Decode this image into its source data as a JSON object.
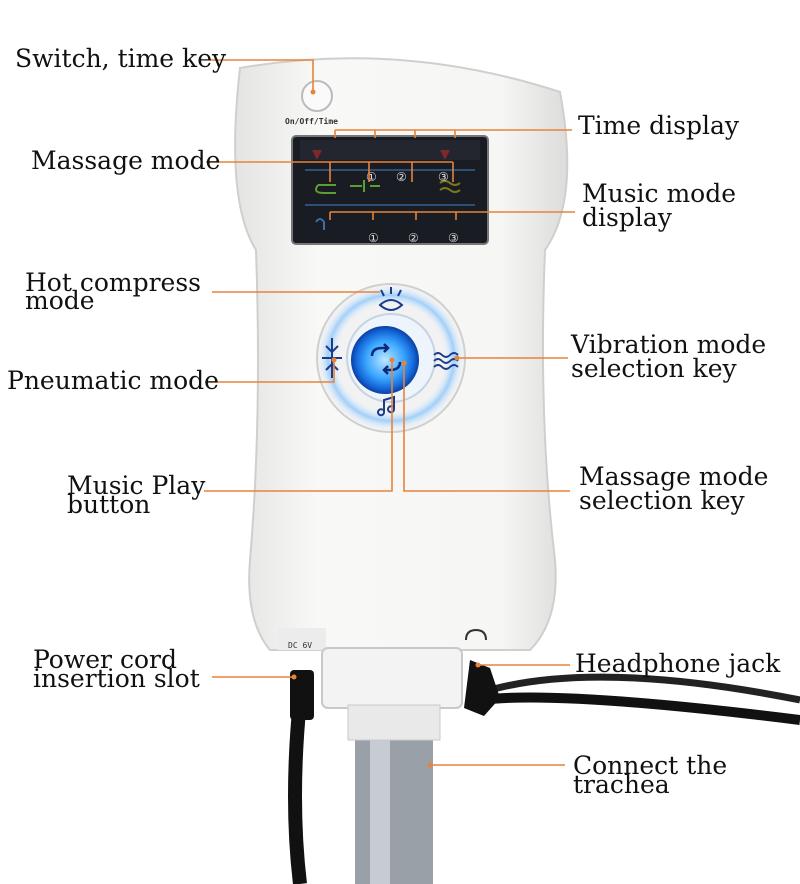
{
  "device": {
    "power_label": "On/Off/Time",
    "panel_numbers": [
      "①",
      "②",
      "③"
    ],
    "dc_label": "DC 6V"
  },
  "callouts": {
    "switch_time_key": "Switch, time key",
    "massage_mode": "Massage mode",
    "time_display": "Time display",
    "music_mode_display_line1": "Music mode",
    "music_mode_display_line2": "display",
    "hot_compress_line1": "Hot compress",
    "hot_compress_line2": "mode",
    "vibration_line1": "Vibration mode",
    "vibration_line2": "selection key",
    "pneumatic_mode": "Pneumatic mode",
    "music_play_line1": "Music Play",
    "music_play_line2": "button",
    "massage_key_line1": "Massage mode",
    "massage_key_line2": "selection key",
    "power_cord_line1": "Power cord",
    "power_cord_line2": "insertion slot",
    "headphone_jack": "Headphone jack",
    "trachea_line1": "Connect the",
    "trachea_line2": "trachea"
  },
  "colors": {
    "leader": "#e8833a",
    "led_blue": "#1e90ff",
    "panel": "#1a1c24",
    "body": "#f6f6f4"
  }
}
